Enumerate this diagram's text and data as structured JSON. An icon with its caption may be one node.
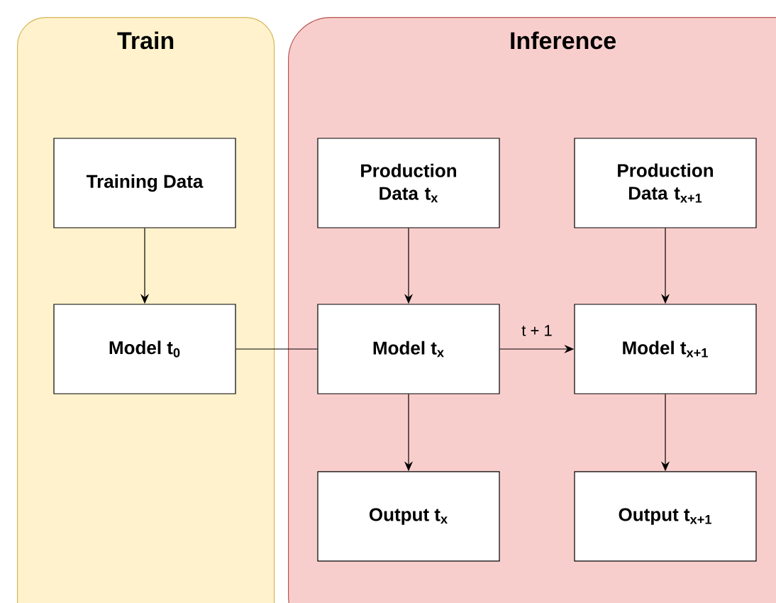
{
  "diagram": {
    "nodes": [
      {
        "text": [
          "Train"
        ]
      },
      {
        "text": [
          "Inference"
        ]
      },
      {
        "text": [
          "Training Data"
        ],
        "in": 0
      },
      {
        "text": [
          "Model t$_{0}$"
        ],
        "in": 0
      },
      {
        "text": [
          "Production Data t$_{x}$"
        ],
        "in": 1
      },
      {
        "text": [
          "Production Data t$_{x+1}$"
        ],
        "in": 1
      },
      {
        "text": [
          "Model t$_{x}$"
        ],
        "in": 1
      },
      {
        "text": [
          "Model t$_{x+1}$"
        ],
        "in": 1
      },
      {
        "text": [
          "Output t$_{x}$"
        ],
        "in": 1
      },
      {
        "text": [
          "Output t$_{x+1}$"
        ],
        "in": 1
      }
    ],
    "edges": [
      {
        "from": 2,
        "to": 3,
        "arrow": "to"
      },
      {
        "from": 3,
        "to": 6,
        "arrow": "none"
      },
      {
        "from": 4,
        "to": 6,
        "arrow": "to"
      },
      {
        "from": 5,
        "to": 7,
        "arrow": "to"
      },
      {
        "from": 6,
        "to": 7,
        "arrow": "to",
        "label": "t + 1"
      },
      {
        "from": 6,
        "to": 8,
        "arrow": "to"
      },
      {
        "from": 7,
        "to": 9,
        "arrow": "to"
      }
    ]
  }
}
